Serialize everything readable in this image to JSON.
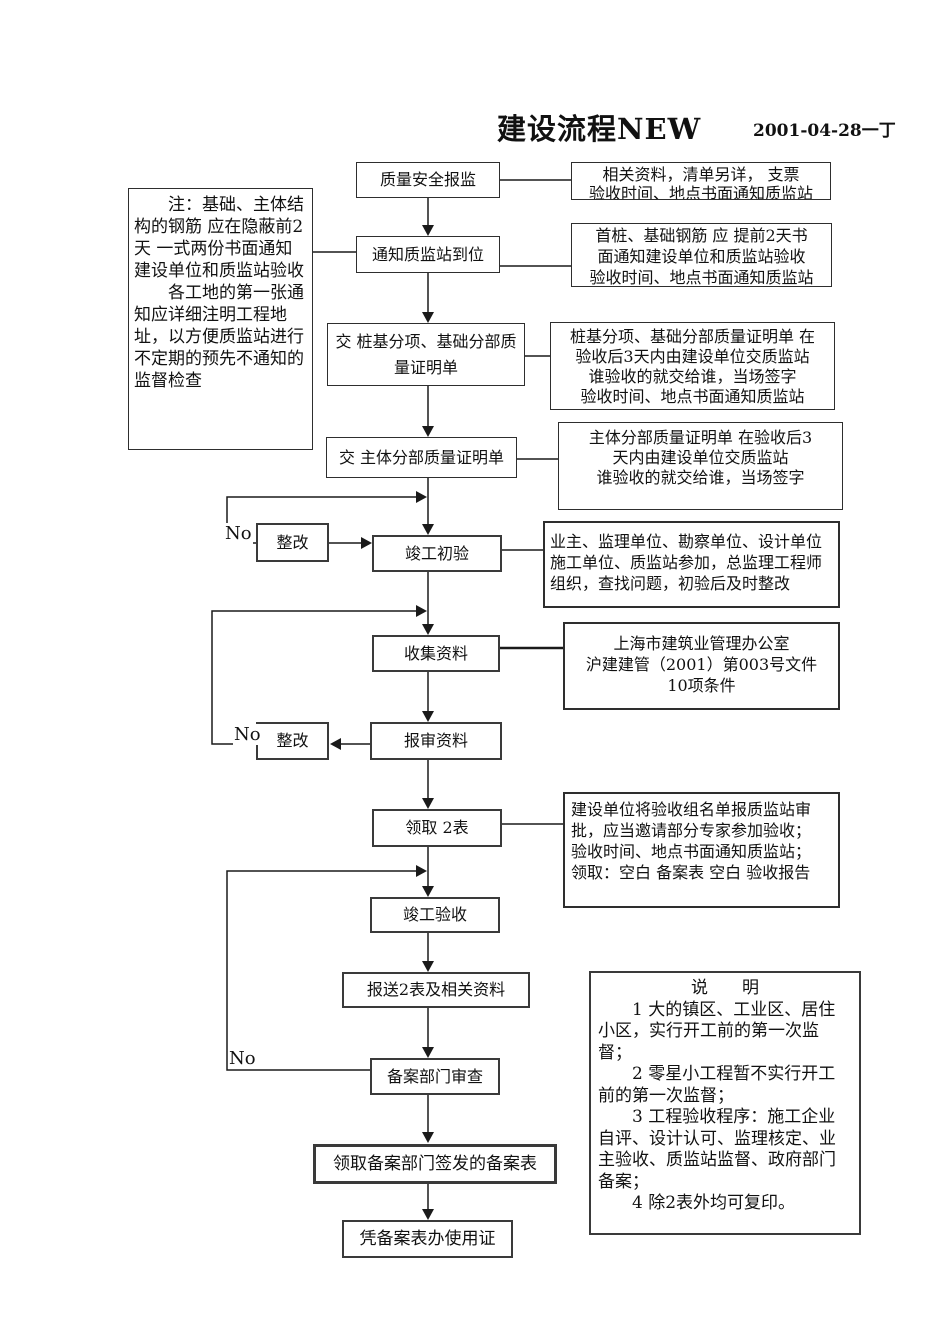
{
  "page": {
    "title": "建设流程NEW",
    "date_author": "2001-04-28一丁"
  },
  "labels": {
    "no": "No",
    "rework": "整改"
  },
  "note_box": {
    "paragraphs": [
      "注：基础、主体结构的钢筋 应在隐蔽前2天 一式两份书面通知建设单位和质监站验收",
      "各工地的第一张通知应详细注明工程地址，以方便质监站进行不定期的预先不通知的监督检查"
    ]
  },
  "steps": {
    "quality_safety_report": "质量安全报监",
    "notify_station": "通知质监站到位",
    "submit_pile_foundation": "交 桩基分项、基础分部质量证明单",
    "submit_main_structure": "交 主体分部质量证明单",
    "initial_acceptance": "竣工初验",
    "collect_materials": "收集资料",
    "submit_for_review": "报审资料",
    "get_two_forms": "领取 2表",
    "final_acceptance": "竣工验收",
    "submit_forms_materials": "报送2表及相关资料",
    "record_dept_review": "备案部门审查",
    "get_record_form": "领取备案部门签发的备案表",
    "use_permit": "凭备案表办使用证"
  },
  "annotations": {
    "a1": {
      "lines": [
        "相关资料，清单另详， 支票",
        "验收时间、地点书面通知质监站"
      ]
    },
    "a2": {
      "lines": [
        "首桩、基础钢筋 应 提前2天书",
        "面通知建设单位和质监站验收",
        "验收时间、地点书面通知质监站"
      ]
    },
    "a3": {
      "lines": [
        "桩基分项、基础分部质量证明单 在",
        "验收后3天内由建设单位交质监站",
        "谁验收的就交给谁，当场签字",
        "验收时间、地点书面通知质监站"
      ]
    },
    "a4": {
      "lines": [
        "主体分部质量证明单 在验收后3",
        "天内由建设单位交质监站",
        "谁验收的就交给谁，当场签字"
      ]
    },
    "a5": {
      "lines": [
        "业主、监理单位、勘察单位、设计单位",
        "施工单位、质监站参加，总监理工程师",
        "组织，查找问题，初验后及时整改"
      ]
    },
    "a6": {
      "lines": [
        "上海市建筑业管理办公室",
        "沪建建管（2001）第003号文件",
        "10项条件"
      ]
    },
    "a7": {
      "lines": [
        "建设单位将验收组名单报质监站审",
        "批，应当邀请部分专家参加验收；",
        "验收时间、地点书面通知质监站；",
        "领取：空白 备案表 空白 验收报告"
      ]
    }
  },
  "explain_box": {
    "title": "说　　明",
    "items": [
      "1 大的镇区、工业区、居住小区，实行开工前的第一次监督；",
      "2 零星小工程暂不实行开工前的第一次监督；",
      "3 工程验收程序：施工企业自评、设计认可、监理核定、业主验收、质监站监督、政府部门备案；",
      "4 除2表外均可复印。"
    ]
  }
}
